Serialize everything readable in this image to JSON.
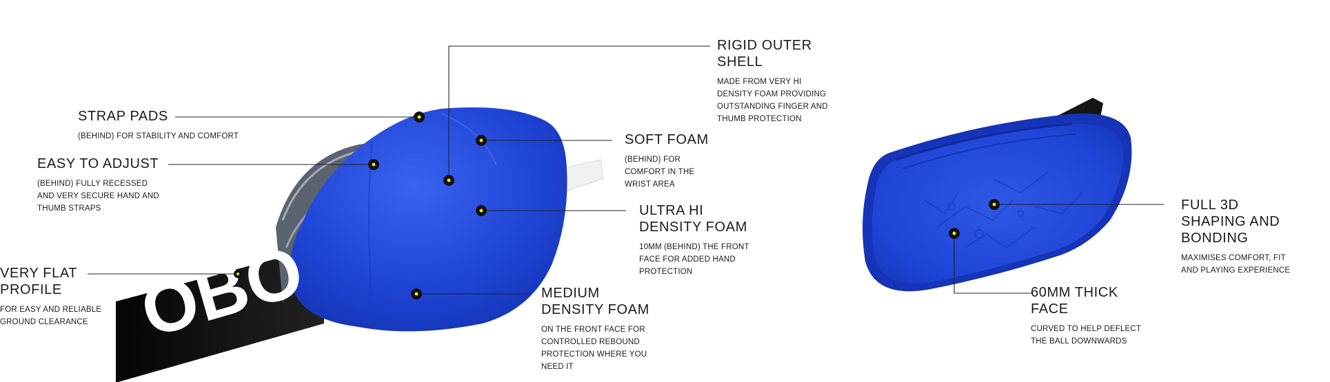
{
  "brand": {
    "logo_text": "OBO"
  },
  "colors": {
    "shell": "#1f45d6",
    "shell_dark": "#1534b8",
    "marker": "#f4e12a"
  },
  "labels": {
    "rigid_outer_shell": {
      "title": "RIGID OUTER\nSHELL",
      "desc": "MADE FROM VERY HI\nDENSITY FOAM PROVIDING\nOUTSTANDING FINGER AND\nTHUMB PROTECTION"
    },
    "strap_pads": {
      "title": "STRAP PADS",
      "desc": "(BEHIND) FOR STABILITY AND COMFORT"
    },
    "soft_foam": {
      "title": "SOFT FOAM",
      "desc": "(BEHIND) FOR\nCOMFORT IN THE\nWRIST AREA"
    },
    "easy_to_adjust": {
      "title": "EASY TO ADJUST",
      "desc": "(BEHIND) FULLY RECESSED\nAND VERY SECURE HAND AND\nTHUMB STRAPS"
    },
    "ultra_hi_density": {
      "title": "ULTRA HI\nDENSITY FOAM",
      "desc": "10MM (BEHIND) THE FRONT\nFACE FOR ADDED HAND\nPROTECTION"
    },
    "very_flat_profile": {
      "title": "VERY FLAT\nPROFILE",
      "desc": "FOR EASY AND RELIABLE\nGROUND CLEARANCE"
    },
    "medium_density": {
      "title": "MEDIUM\nDENSITY FOAM",
      "desc": "ON THE FRONT FACE FOR\nCONTROLLED REBOUND\nPROTECTION WHERE YOU\nNEED IT"
    },
    "full_3d": {
      "title": "FULL 3D\nSHAPING AND\nBONDING",
      "desc": "MAXIMISES COMFORT, FIT\nAND PLAYING EXPERIENCE"
    },
    "thick_face": {
      "title": "60MM THICK\nFACE",
      "desc": "CURVED TO HELP DEFLECT\nTHE BALL DOWNWARDS"
    }
  }
}
